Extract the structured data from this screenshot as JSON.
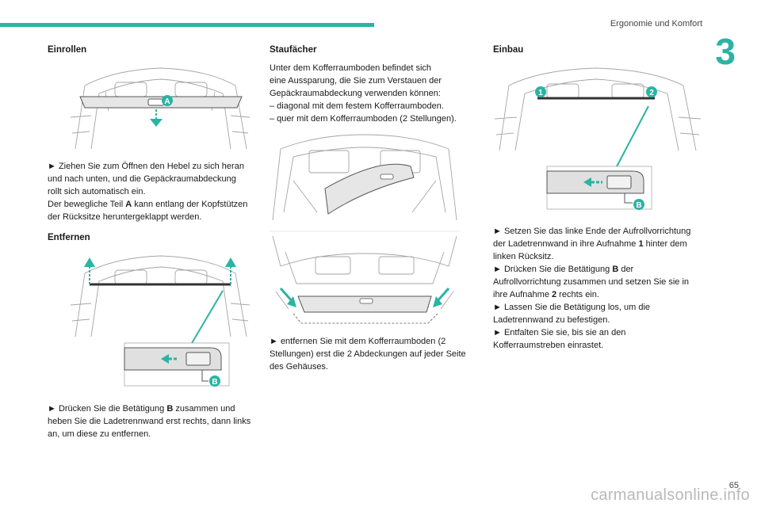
{
  "header": {
    "section_title": "Ergonomie und Komfort",
    "chapter_number": "3"
  },
  "col1": {
    "heading1": "Einrollen",
    "fig1_badge": "A",
    "p1": [
      "► Ziehen Sie zum Öffnen den Hebel zu sich heran",
      "und nach unten, und die Gepäckraumabdeckung",
      "rollt sich automatisch ein."
    ],
    "p2_prefix": "Der bewegliche Teil ",
    "p2_bold": "A",
    "p2_suffix": " kann entlang der Kopfstützen",
    "p2_line2": "der Rücksitze heruntergeklappt werden.",
    "heading2": "Entfernen",
    "fig2_badge": "B",
    "p3_prefix": "► Drücken Sie die Betätigung ",
    "p3_bold": "B",
    "p3_suffix": " zusammen und",
    "p3_lines": [
      "heben Sie die Ladetrennwand erst rechts, dann links",
      "an, um diese zu entfernen."
    ]
  },
  "col2": {
    "heading": "Staufächer",
    "lines": [
      "Unter dem Kofferraumboden befindet sich",
      "eine Aussparung, die Sie zum Verstauen der",
      "Gepäckraumabdeckung verwenden können:",
      "–  diagonal mit dem festem Kofferraumboden.",
      "–  quer mit dem Kofferraumboden (2 Stellungen)."
    ],
    "p2": [
      "► entfernen Sie mit dem Kofferraumboden (2",
      "Stellungen) erst die 2 Abdeckungen auf jeder Seite",
      "des Gehäuses."
    ]
  },
  "col3": {
    "heading": "Einbau",
    "fig_badge1": "1",
    "fig_badge2": "2",
    "fig_badge3": "B",
    "b1_prefix": "► Setzen Sie das linke Ende der Aufrollvorrichtung",
    "b1_line2_prefix": "der Ladetrennwand in ihre Aufnahme ",
    "b1_bold": "1",
    "b1_line2_suffix": " hinter dem",
    "b1_line3": "linken Rücksitz.",
    "b2_prefix": "► Drücken Sie die Betätigung ",
    "b2_bold": "B",
    "b2_suffix": " der",
    "b2_line2": "Aufrollvorrichtung zusammen und setzen Sie sie in",
    "b2_line3_prefix": "ihre Aufnahme ",
    "b2_bold2": "2",
    "b2_line3_suffix": " rechts ein.",
    "b3": [
      "► Lassen Sie die Betätigung los, um die",
      "Ladetrennwand zu befestigen."
    ],
    "b4": [
      "► Entfalten Sie sie, bis sie an den",
      "Kofferraumstreben einrastet."
    ]
  },
  "footer": {
    "page_number": "65",
    "watermark": "carmanualsonline.info"
  },
  "colors": {
    "accent": "#2bb3a3",
    "badge": "#2bb3a3",
    "line": "#9a9a9a"
  }
}
